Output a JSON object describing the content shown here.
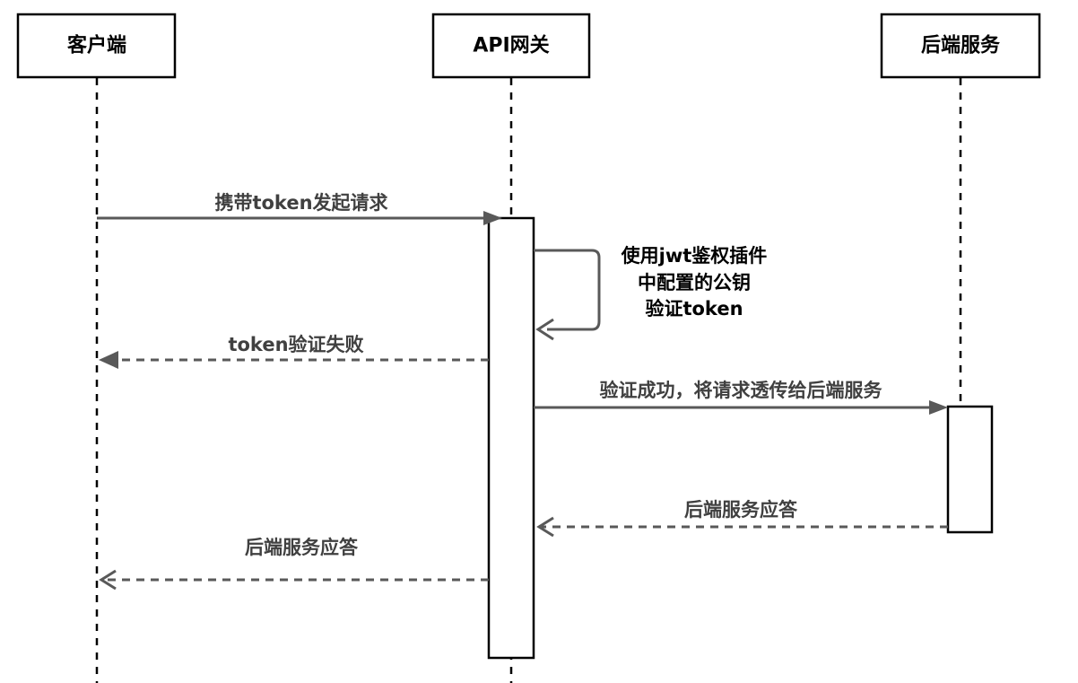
{
  "actors": {
    "client": "客户端",
    "gateway": "API网关",
    "backend": "后端服务"
  },
  "messages": {
    "request": "携带token发起请求",
    "self_check_lines": [
      "使用jwt鉴权插件",
      "中配置的公钥",
      "验证token"
    ],
    "fail": "token验证失败",
    "forward": "验证成功，将请求透传给后端服务",
    "backend_reply": "后端服务应答",
    "client_reply": "后端服务应答"
  },
  "colors": {
    "line": "#000000",
    "arrow": "#595959",
    "label": "#404040"
  }
}
